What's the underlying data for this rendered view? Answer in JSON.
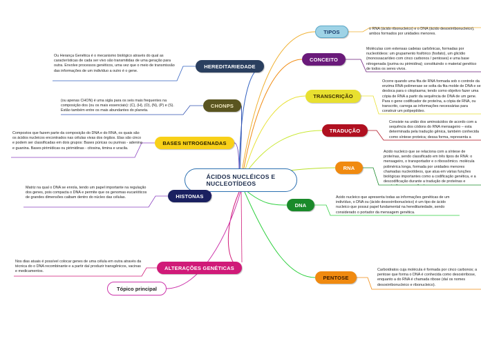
{
  "central": {
    "title": "ÁCIDOS NUCLÉICOS E\nNUCLEOTÍDEOS"
  },
  "topic": {
    "label": "Tópico principal"
  },
  "branches": {
    "tipos": {
      "label": "TIPOS",
      "note": "o RNA (ácido ribonucleico) e o DNA (ácido desoxirribonucleico), ambos formados por unidades menores."
    },
    "conceito": {
      "label": "CONCEITO",
      "note": "Moléculas com extensas cadeias carbônicas, formadas por nucleotídeos: um grupamento fosfórico (fosfato), um glicídio (monossacarídeo com cinco carbonos / pentoses) e uma base nitrogenada (purina ou pirimidina); constituindo o material genético de todos os seres vivos."
    },
    "transcricao": {
      "label": "TRANSCRIÇÃO",
      "note": "Ocorre quando uma  fita de RNA formada sob o controle da enzima RNA-polimerase se solta da fita molde de DNA e se desloca para o citoplasma; tendo como objetivo fazer uma cópia de RNA a partir da sequência de DNA de um gene. Para o gene codificador de proteína, a cópia de RNA, ou transcrito, carrega as informações necessárias para construir um polipeptídeo."
    },
    "traducao": {
      "label": "TRADUÇÃO",
      "note": "Consiste na união dos aminoácidos de acordo com a sequência dos códons do RNA mensageiro – esta determinada pela tradução gênica, também conhecida como síntese proteica; dessa forma, representa a tradução das informações genéticas."
    },
    "rna": {
      "label": "RNA",
      "note": "Ácido nucleico que se relaciona com a síntese de proteínas, sendo classificado em três tipos de RNA: o mensageiro, o transportador e o ribossômico. molécula polimérica longa, formada por unidades menores chamadas nucleotídeos, que atua em várias funções biológicas importantes como a codificação genética, e a descodificação durante a tradução de proteínas e regulação e expressão dos genes."
    },
    "dna": {
      "label": "DNA",
      "note": "Ácido nucleico que apresenta todas as informações genéticas de um indivíduo, o  DNA ou  (ácido desoxirribonucleico) é um tipo de ácido nucleico que possui papel fundamental na hereditariedade, sendo considerado o portador da mensagem genética."
    },
    "pentose": {
      "label": "PENTOSE",
      "note": "Carboidratos cuja molécula é formada por cinco carbonos; a pentose que forma o DNA é conhecida como desoxirribose, enquanto a do RNA é chamada ribose (daí os nomes desoxirribonucleico e ribonucleico)."
    },
    "hereditariedade": {
      "label": "HEREDITARIEDADE",
      "note": "Ou Herança Genética é o mecanismo biológico através do qual as características de cada ser vivo são transmitidas de uma geração para outra. Envolve processos genéticos, uma vez que o meio de transmissão das informações de um indivíduo a outro é o gene."
    },
    "chonps": {
      "label": "CHONPS",
      "note": "(ou apenas CHON) é uma sigla para os seis  mais frequentes na composição dos  (ou os mais essenciais):  (C),  (H),  (O),  (N),  (P) e  (S). Estão também entre os mais abundantes do planeta."
    },
    "bases": {
      "label": "BASES NITROGENADAS",
      "note": "Compostos que fazem parte da composição do DNA e do RNA, os quais são os ácidos nucleicos encontrados nas células vivas dos órgãos. Elas são cinco e podem ser classificadas em dois grupos: Bases púricas ou purinas - adenina e guanina. Bases pirimídicas ou pirimidinas - citosina, timina e uracila."
    },
    "histonas": {
      "label": "HISTONAS",
      "note": "Matriz na qual o DNA se enrola, tendo um papel importante na regulação dos genes, pois compacta o DNA e permite que os genomas eucarióticos de grandes dimensões caibam dentro do núcleo das células."
    },
    "alteracoes": {
      "label": "ALTERAÇÕES GENÉTICAS",
      "note": "Nos dias atuais é possível colocar genes de uma célula em outra através da técnica do o DNA recombinante e a partir daí produzir transgênicos, vacinas e medicamentos."
    }
  },
  "colors": {
    "tipos": "#9fd3e6",
    "conceito": "#6a1a7a",
    "transcricao": "#e8e030",
    "traducao": "#b01020",
    "rna": "#f08a10",
    "dna": "#1a8a2a",
    "pentose": "#f08a10",
    "hereditariedade": "#2a3f5f",
    "chonps": "#5a5520",
    "bases": "#f8d018",
    "histonas": "#1a2060",
    "alteracoes": "#d01a78"
  }
}
